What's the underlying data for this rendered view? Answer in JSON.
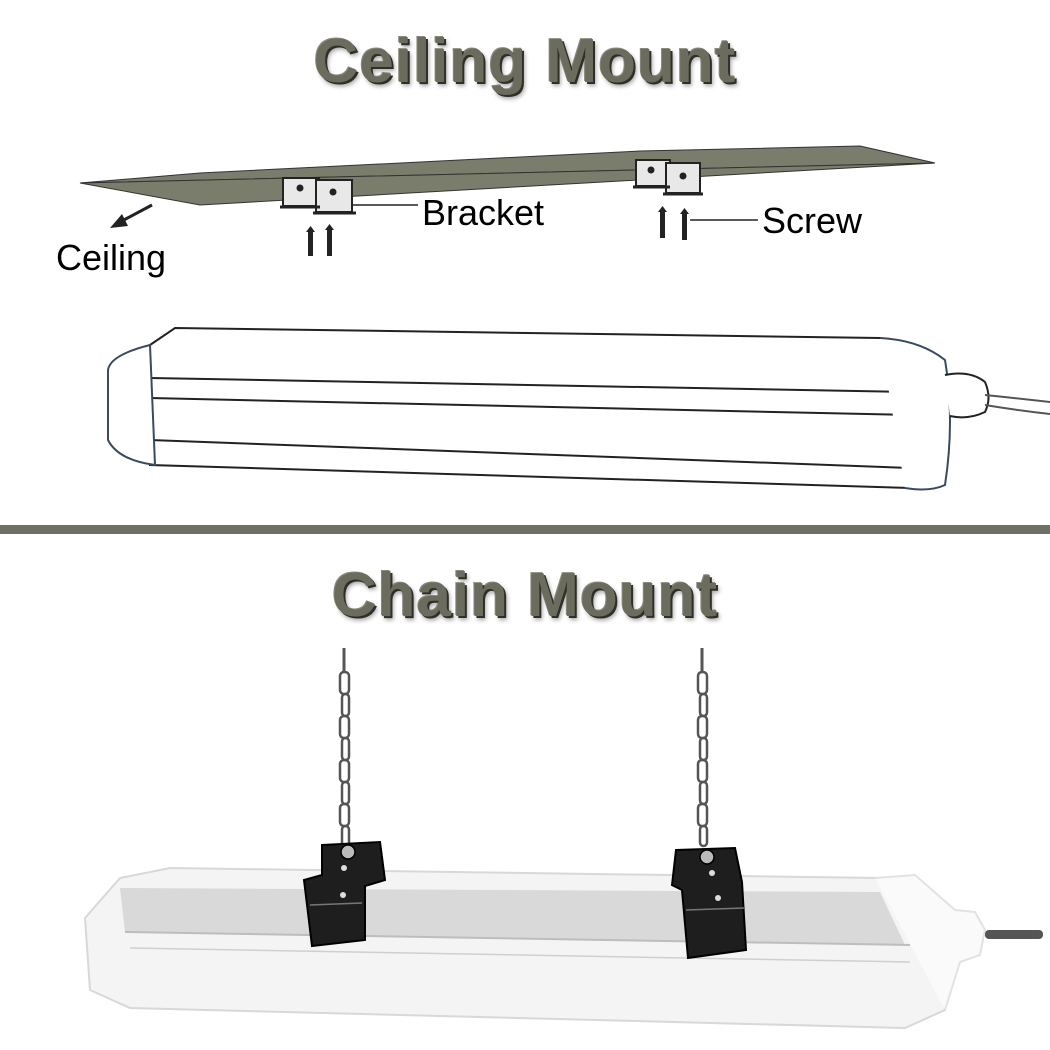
{
  "sections": {
    "ceiling_mount": {
      "title": "Ceiling Mount",
      "labels": {
        "bracket": "Bracket",
        "screw": "Screw",
        "ceiling": "Ceiling"
      }
    },
    "chain_mount": {
      "title": "Chain Mount"
    }
  },
  "colors": {
    "title_text": "#6b6b5e",
    "divider": "#6f6f65",
    "ceiling_plane": "#7b7d6c",
    "bracket_dark": "#1e1e1e"
  },
  "icons": [
    "ceiling-plane",
    "bracket-icon",
    "screw-icon",
    "arrow-icon",
    "light-fixture",
    "chain-icon"
  ]
}
